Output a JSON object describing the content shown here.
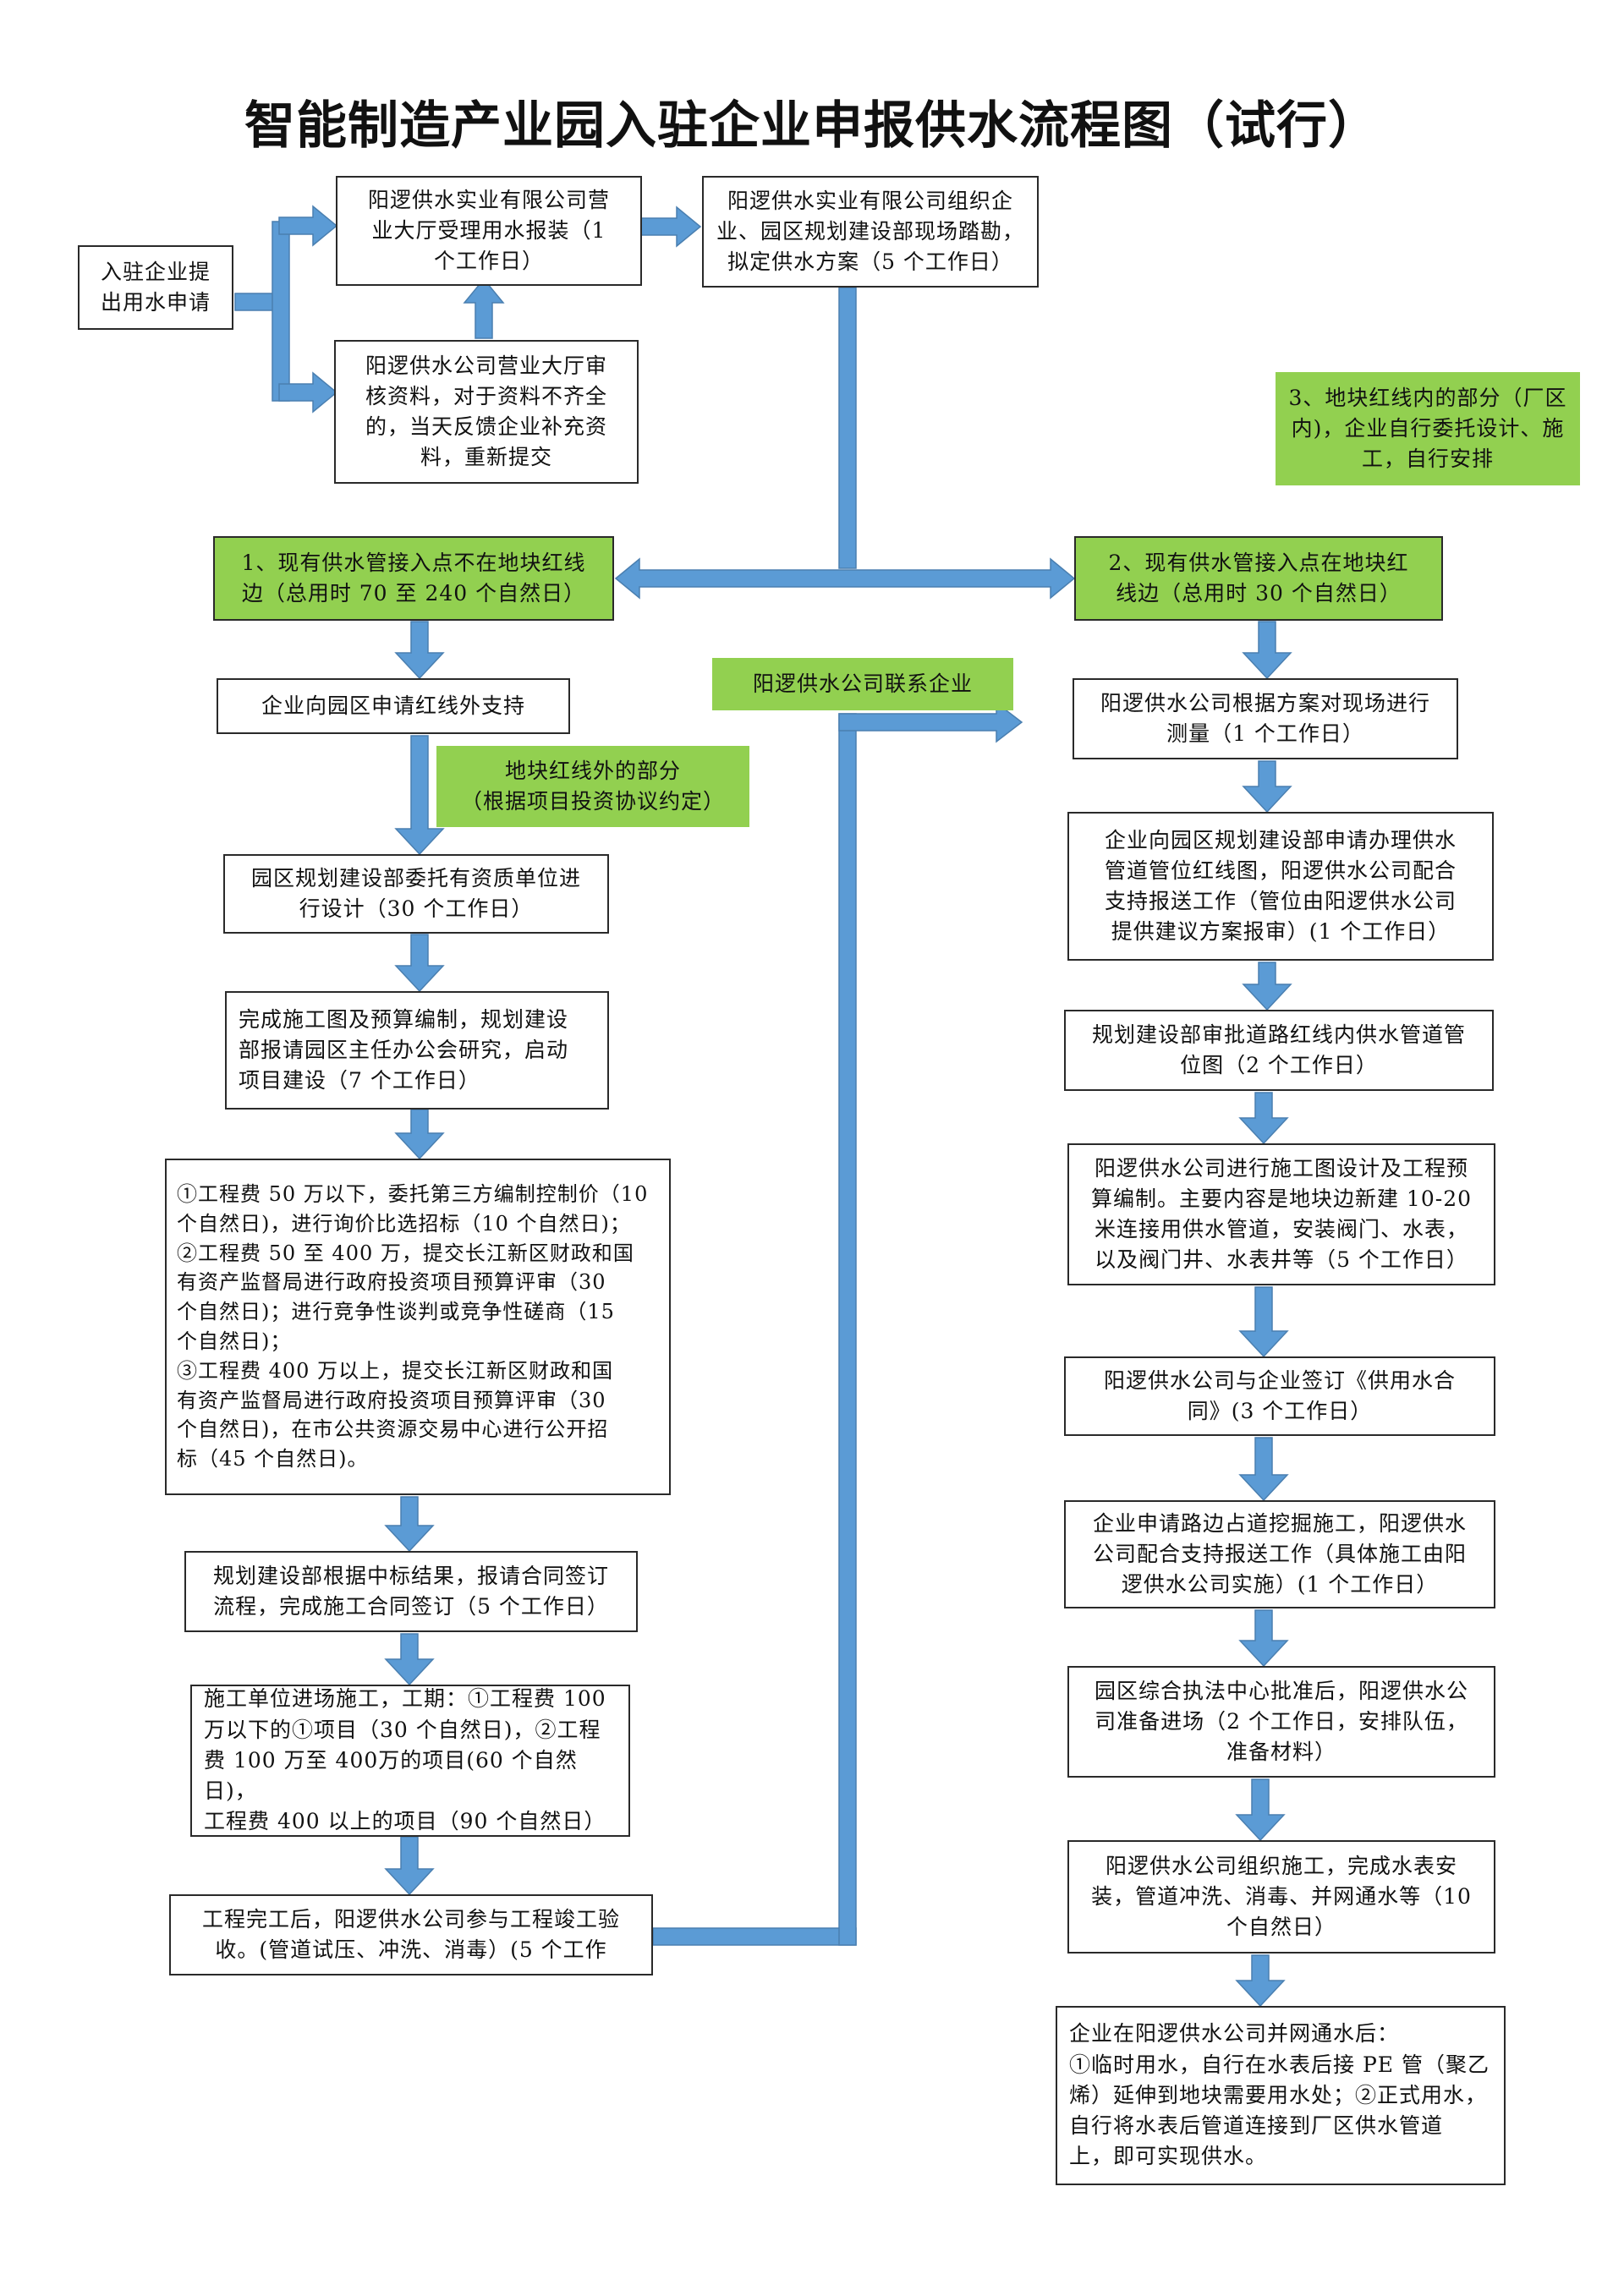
{
  "title": "智能制造产业园入驻企业申报供水流程图（试行）",
  "colors": {
    "arrow": "#5b9bd5",
    "highlight": "#92d050",
    "border": "#2a2a2a"
  },
  "top": {
    "apply": "入驻企业提\n出用水申请",
    "accept": "阳逻供水实业有限公司营\n业大厅受理用水报装（1\n个工作日）",
    "review": "阳逻供水公司营业大厅审\n核资料，对于资料不齐全\n的，当天反馈企业补充资\n料，重新提交",
    "survey": "阳逻供水实业有限公司组织企\n业、园区规划建设部现场踏勘，\n拟定供水方案（5 个工作日）",
    "inner_note": "3、地块红线内的部分（厂区\n内)，企业自行委托设计、施\n工，自行安排"
  },
  "branches": {
    "left": "1、现有供水管接入点不在地块红线\n边（总用时 70 至 240 个自然日）",
    "right": "2、现有供水管接入点在地块红\n线边（总用时 30 个自然日）"
  },
  "left_flow": {
    "s1": "企业向园区申请红线外支持",
    "note": "地块红线外的部分\n（根据项目投资协议约定）",
    "s2": "园区规划建设部委托有资质单位进\n行设计（30 个工作日）",
    "s3": "完成施工图及预算编制，规划建设\n部报请园区主任办公会研究，启动\n项目建设（7 个工作日）",
    "s4": "①工程费 50 万以下，委托第三方编制控制价（10\n个自然日)，进行询价比选招标（10 个自然日)；\n②工程费 50 至 400 万，提交长江新区财政和国\n有资产监督局进行政府投资项目预算评审（30\n个自然日)；进行竞争性谈判或竞争性磋商（15\n个自然日)；\n③工程费 400 万以上，提交长江新区财政和国\n有资产监督局进行政府投资项目预算评审（30\n个自然日)，在市公共资源交易中心进行公开招\n标（45 个自然日)。",
    "s5": "规划建设部根据中标结果，报请合同签订\n流程，完成施工合同签订（5 个工作日）",
    "s6": "施工单位进场施工，工期：①工程费 100\n万以下的①项目（30 个自然日)，②工程\n费 100 万至 400万的项目(60 个自然日)，\n工程费 400 以上的项目（90 个自然日）",
    "s7": "工程完工后，阳逻供水公司参与工程竣工验\n收。(管道试压、冲洗、消毒）(5 个工作"
  },
  "contact_note": "阳逻供水公司联系企业",
  "right_flow": {
    "r1": "阳逻供水公司根据方案对现场进行\n测量（1 个工作日）",
    "r2": "企业向园区规划建设部申请办理供水\n管道管位红线图，阳逻供水公司配合\n支持报送工作（管位由阳逻供水公司\n提供建议方案报审）(1 个工作日）",
    "r3": "规划建设部审批道路红线内供水管道管\n位图（2 个工作日）",
    "r4": "阳逻供水公司进行施工图设计及工程预\n算编制。主要内容是地块边新建 10-20\n米连接用供水管道，安装阀门、水表，\n以及阀门井、水表井等（5 个工作日）",
    "r5": "阳逻供水公司与企业签订《供用水合\n同》(3 个工作日）",
    "r6": "企业申请路边占道挖掘施工，阳逻供水\n公司配合支持报送工作（具体施工由阳\n逻供水公司实施）(1 个工作日）",
    "r7": "园区综合执法中心批准后，阳逻供水公\n司准备进场（2 个工作日，安排队伍，\n准备材料）",
    "r8": "阳逻供水公司组织施工，完成水表安\n装，管道冲洗、消毒、并网通水等（10\n个自然日）",
    "r9": "企业在阳逻供水公司并网通水后：\n①临时用水，自行在水表后接 PE 管（聚乙\n烯）延伸到地块需要用水处；②正式用水，\n自行将水表后管道连接到厂区供水管道\n上，即可实现供水。"
  }
}
